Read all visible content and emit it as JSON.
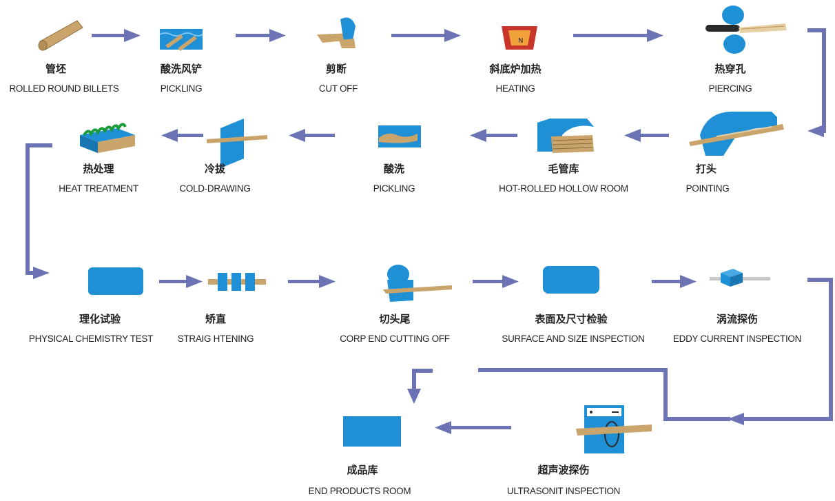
{
  "colors": {
    "arrow": "#6b73b5",
    "machine": "#1f8fd6",
    "material": "#c9a46b",
    "dark": "#2a2a2a"
  },
  "steps": [
    {
      "zh": "管坯",
      "en": "ROLLED ROUND BILLETS",
      "icon": "billet-icon"
    },
    {
      "zh": "酸洗风铲",
      "en": "PICKLING",
      "icon": "pickling-tank-icon"
    },
    {
      "zh": "剪断",
      "en": "CUT OFF",
      "icon": "shear-icon"
    },
    {
      "zh": "斜底炉加热",
      "en": "HEATING",
      "icon": "furnace-icon"
    },
    {
      "zh": "热穿孔",
      "en": "PIERCING",
      "icon": "piercing-mill-icon"
    },
    {
      "zh": "打头",
      "en": "POINTING",
      "icon": "pointing-machine-icon"
    },
    {
      "zh": "毛管库",
      "en": "HOT-ROLLED HOLLOW  ROOM",
      "icon": "hollow-storage-icon"
    },
    {
      "zh": "酸洗",
      "en": "PICKLING",
      "icon": "pickling-tank-icon"
    },
    {
      "zh": "冷拔",
      "en": "COLD-DRAWING",
      "icon": "cold-drawing-die-icon"
    },
    {
      "zh": "热处理",
      "en": "HEAT  TREATMENT",
      "icon": "heat-treatment-furnace-icon"
    },
    {
      "zh": "理化试验",
      "en": "PHYSICAL  CHEMISTRY  TEST",
      "icon": "test-block-icon"
    },
    {
      "zh": "矫直",
      "en": "STRAIG  HTENING",
      "icon": "straightener-icon"
    },
    {
      "zh": "切头尾",
      "en": "CORP  END  CUTTING  OFF",
      "icon": "cutter-icon"
    },
    {
      "zh": "表面及尺寸检验",
      "en": "SURFACE AND SIZE  INSPECTION",
      "icon": "inspection-block-icon"
    },
    {
      "zh": "涡流探伤",
      "en": "EDDY  CURRENT  INSPECTION",
      "icon": "eddy-current-probe-icon"
    },
    {
      "zh": "超声波探伤",
      "en": "ULTRASONIT  INSPECTION",
      "icon": "ultrasonic-tester-icon"
    },
    {
      "zh": "成品库",
      "en": "END  PRODUCTS  ROOM",
      "icon": "products-room-icon"
    }
  ]
}
